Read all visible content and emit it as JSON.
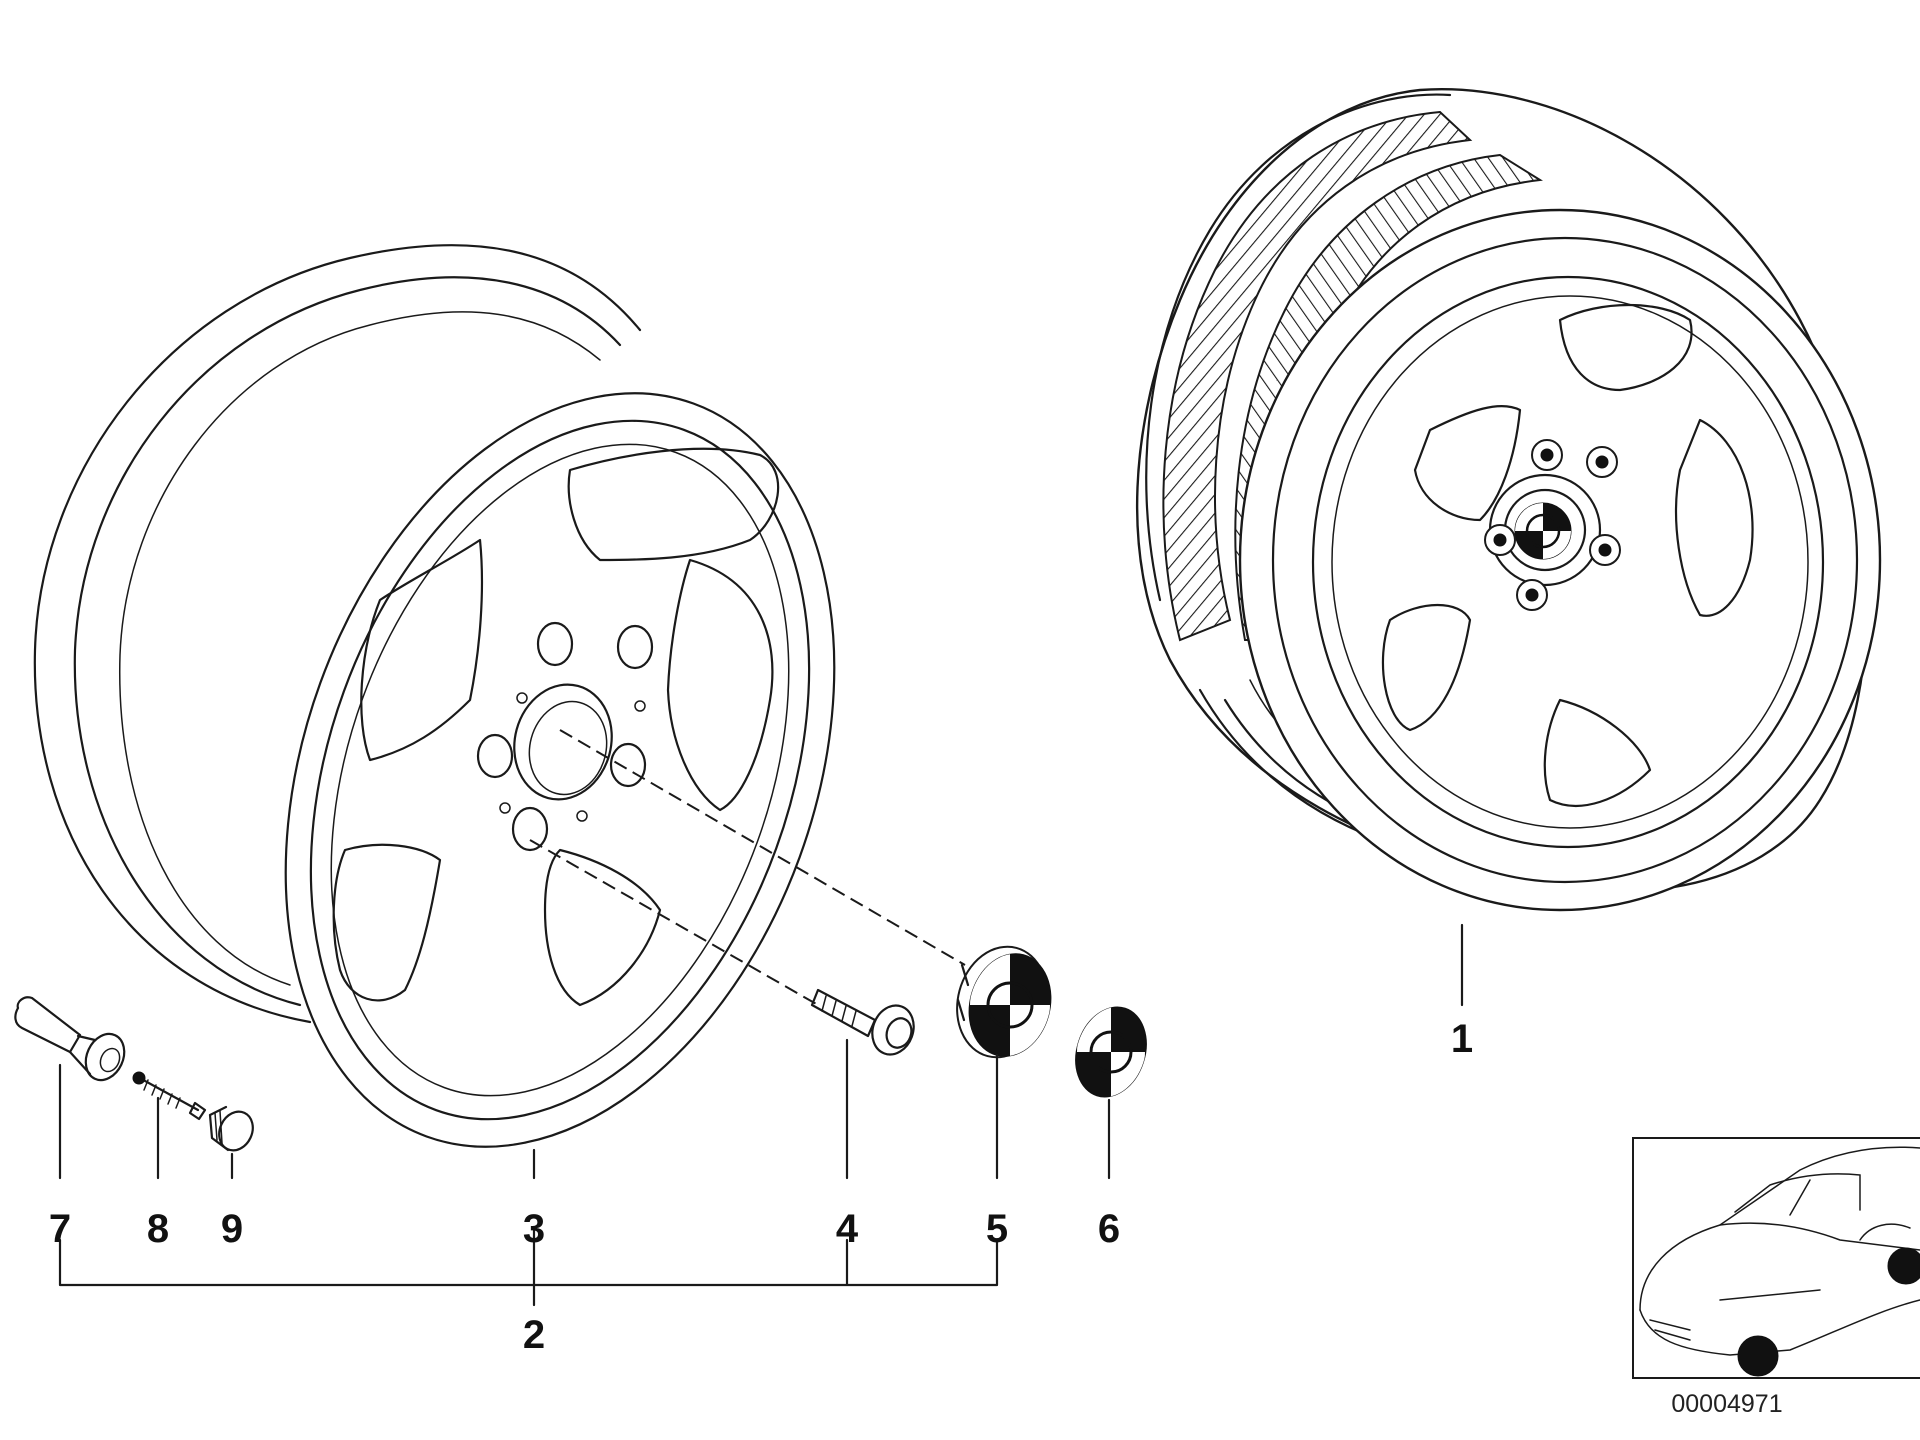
{
  "callouts": {
    "c1": "1",
    "c2": "2",
    "c3": "3",
    "c4": "4",
    "c5": "5",
    "c6": "6",
    "c7": "7",
    "c8": "8",
    "c9": "9"
  },
  "document_id": "00004971",
  "colors": {
    "line": "#1a1a1a",
    "background": "#ffffff",
    "fill_dark": "#111111"
  }
}
